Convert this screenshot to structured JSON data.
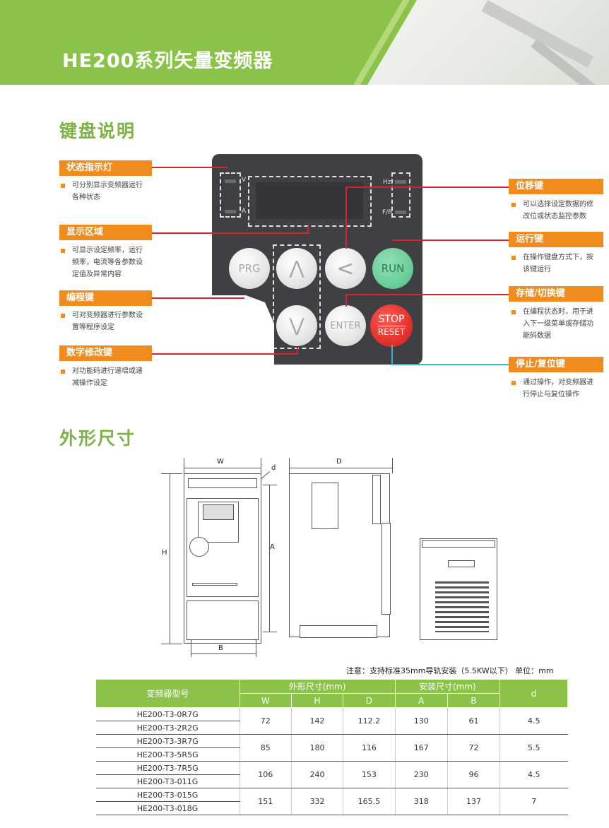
{
  "header": {
    "title": "HE200系列矢量变频器"
  },
  "sections": {
    "keyboard": "键盘说明",
    "dimensions": "外形尺寸"
  },
  "callouts_left": [
    {
      "title": "状态指示灯",
      "desc": [
        "可分别显示变频器运行",
        "各种状态"
      ]
    },
    {
      "title": "显示区域",
      "desc": [
        "可显示设定频率，运行",
        "频率，电流等各参数设",
        "定值及异常内容"
      ]
    },
    {
      "title": "编程键",
      "desc": [
        "可对变频器进行参数设",
        "置等程序设定"
      ]
    },
    {
      "title": "数字修改键",
      "desc": [
        "对功能码进行递增或递",
        "减操作设定"
      ]
    }
  ],
  "callouts_right": [
    {
      "title": "位移键",
      "desc": [
        "可以选择设定数据的修",
        "改位或状态监控参数"
      ]
    },
    {
      "title": "运行键",
      "desc": [
        "在操作键盘方式下，按",
        "该键运行"
      ]
    },
    {
      "title": "存储/切换键",
      "desc": [
        "在编程状态时，用于进",
        "入下一级菜单或存储功",
        "能码数据"
      ]
    },
    {
      "title": "停止/复位键",
      "desc": [
        "通过操作，对变频器进",
        "行停止与复位操作"
      ]
    }
  ],
  "keypad": {
    "led_labels": {
      "v": "V",
      "a": "A",
      "hz": "Hz",
      "fr": "F/R"
    },
    "keys": {
      "prg": "PRG",
      "up": "⋀",
      "shift": "<",
      "run": "RUN",
      "down": "⋁",
      "enter": "ENTER",
      "stop": "STOP",
      "reset": "RESET"
    },
    "colors": {
      "run": "#6ccf99",
      "stop": "#e6322c"
    }
  },
  "drawing": {
    "w": "W",
    "d_small": "d",
    "d": "D",
    "h": "H",
    "a": "A",
    "b": "B"
  },
  "note": "注意：支持标准35mm导轨安装（5.5KW以下）  单位：mm",
  "table": {
    "head": {
      "model": "变频器型号",
      "outer": "外形尺寸(mm)",
      "install": "安装尺寸(mm)",
      "d": "d",
      "w": "W",
      "h": "H",
      "dd": "D",
      "a": "A",
      "b": "B"
    },
    "groups": [
      {
        "models": [
          "HE200-T3-0R7G",
          "HE200-T3-2R2G"
        ],
        "W": "72",
        "H": "142",
        "D": "112.2",
        "A": "130",
        "B": "61",
        "d": "4.5"
      },
      {
        "models": [
          "HE200-T3-3R7G",
          "HE200-T3-5R5G"
        ],
        "W": "85",
        "H": "180",
        "D": "116",
        "A": "167",
        "B": "72",
        "d": "5.5"
      },
      {
        "models": [
          "HE200-T3-7R5G",
          "HE200-T3-011G"
        ],
        "W": "106",
        "H": "240",
        "D": "153",
        "A": "230",
        "B": "96",
        "d": "4.5"
      },
      {
        "models": [
          "HE200-T3-015G",
          "HE200-T3-018G"
        ],
        "W": "151",
        "H": "332",
        "D": "165.5",
        "A": "318",
        "B": "137",
        "d": "7"
      }
    ]
  }
}
